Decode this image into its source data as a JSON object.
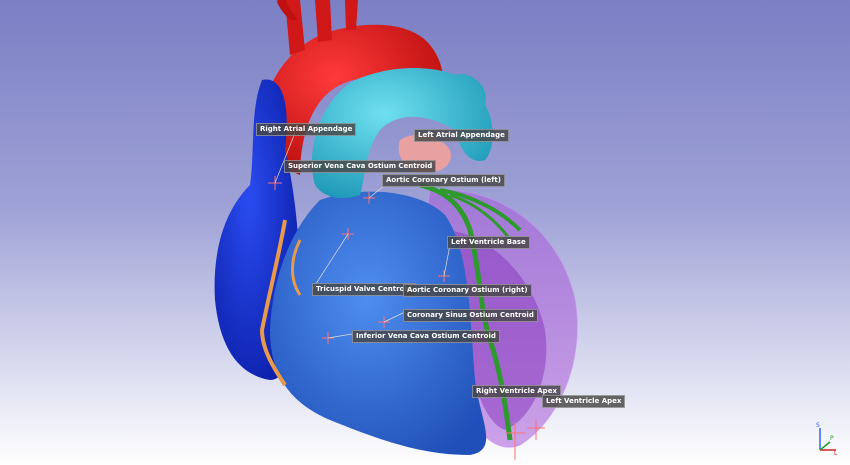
{
  "viewer": {
    "background_top": "#7b7fc4",
    "background_bottom": "#ffffff"
  },
  "structures": {
    "aorta_color": "#e01f1f",
    "pulmonary_artery_color": "#3cbfd6",
    "right_atrium_color": "#1530d8",
    "right_ventricle_color": "#2f6ad6",
    "left_ventricle_color": "#a85ad8",
    "left_atrium_color": "#e8a0a0",
    "coronary_left_color": "#2e9a2e",
    "coronary_right_color": "#e89a4a"
  },
  "landmarks": [
    {
      "id": "right-atrial-appendage",
      "text": "Right Atrial Appendage"
    },
    {
      "id": "left-atrial-appendage",
      "text": "Left Atrial Appendage"
    },
    {
      "id": "superior-vena-cava-ostium-centroid",
      "text": "Superior Vena Cava Ostium Centroid"
    },
    {
      "id": "aortic-coronary-ostium-left",
      "text": "Aortic Coronary Ostium (left)"
    },
    {
      "id": "left-ventricle-base",
      "text": "Left Ventricle Base"
    },
    {
      "id": "tricuspid-valve-centroid",
      "text": "Tricuspid Valve Centroid"
    },
    {
      "id": "aortic-coronary-ostium-right",
      "text": "Aortic Coronary Ostium (right)"
    },
    {
      "id": "coronary-sinus-ostium-centroid",
      "text": "Coronary Sinus Ostium Centroid"
    },
    {
      "id": "inferior-vena-cava-ostium-centroid",
      "text": "Inferior Vena Cava Ostium Centroid"
    },
    {
      "id": "right-ventricle-apex",
      "text": "Right Ventricle Apex"
    },
    {
      "id": "left-ventricle-apex",
      "text": "Left Ventricle Apex"
    }
  ],
  "orientation": {
    "superior": "S",
    "left": "L",
    "posterior": "P"
  }
}
